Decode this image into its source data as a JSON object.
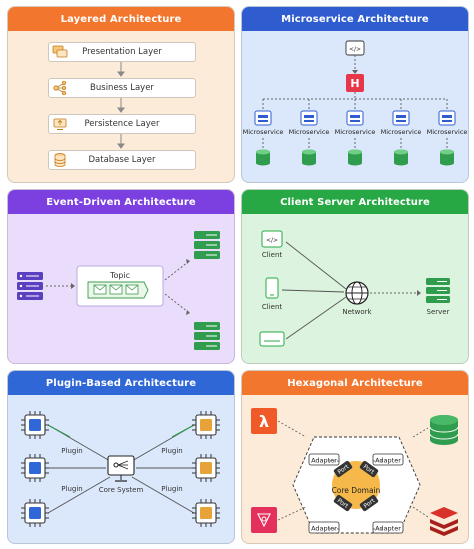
{
  "panels": {
    "layered": {
      "title": "Layered Architecture",
      "color": "#f2762e",
      "bg": "#fcebd9",
      "layers": [
        "Presentation Layer",
        "Business Layer",
        "Persistence Layer",
        "Database Layer"
      ]
    },
    "microservice": {
      "title": "Microservice Architecture",
      "color": "#2f5dd0",
      "bg": "#dbe8fb",
      "gateway_label": "H",
      "service_label": "Microservice",
      "service_count": 5
    },
    "event_driven": {
      "title": "Event-Driven Architecture",
      "color": "#7c3fe0",
      "bg": "#e9ddfb",
      "topic_label": "Topic"
    },
    "client_server": {
      "title": "Client Server Architecture",
      "color": "#27a845",
      "bg": "#dcf3df",
      "client_label": "Client",
      "network_label": "Network",
      "server_label": "Server"
    },
    "plugin": {
      "title": "Plugin-Based Architecture",
      "color": "#2f67d6",
      "bg": "#dbe8fb",
      "plugin_label": "Plugin",
      "core_label": "Core System"
    },
    "hexagonal": {
      "title": "Hexagonal Architecture",
      "color": "#f2762e",
      "bg": "#fcebd9",
      "adapter_label": "Adapter",
      "port_label": "Port",
      "core_label": "Core Domain",
      "lambda_glyph": "λ"
    }
  },
  "colors": {
    "db_green": "#2f9c4e",
    "server_purple": "#5b3fc0",
    "chip_blue": "#2f67d6",
    "chip_gold": "#e8a23a",
    "arrow": "#8a8a8a"
  }
}
